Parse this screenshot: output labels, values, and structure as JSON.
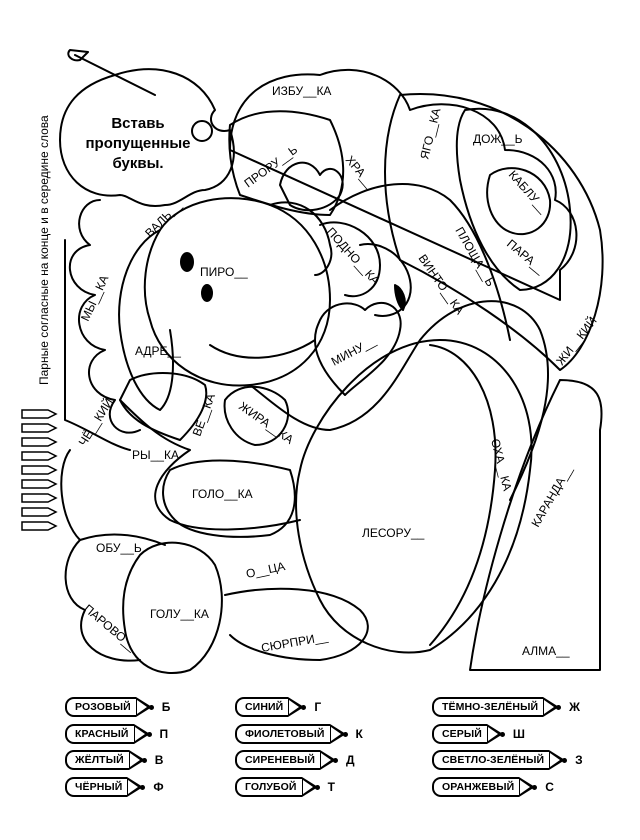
{
  "instructions": {
    "line1": "Вставь",
    "line2": "пропущенные",
    "line3": "буквы."
  },
  "side_note": "Парные согласные на конце и в середине слова",
  "words": {
    "izbushka": "ИЗБУ__КА",
    "prorub": "ПРОРУ__Ь",
    "khrap": "ХРА__",
    "yagodka": "ЯГО__КА",
    "dozhd": "ДОЖ__Ь",
    "kabluk": "КАБЛУ__",
    "val": "ВАЛЬ__",
    "piro": "ПИРО__",
    "podnoska": "ПОДНО__КА",
    "ploshad": "ПЛОЩА__Ь",
    "para": "ПАРА__",
    "vinto": "ВИНТО__КА",
    "zhidkiy": "ЖИ__КИЙ",
    "myshka": "МЫ__КА",
    "adres": "АДРЕ__",
    "minus": "МИНУ__",
    "chetkiy": "ЧЁ__КИЙ",
    "zhirafka": "ЖИРА__КА",
    "vezhka": "ВЕ__КА",
    "rybka": "РЫ__КА",
    "okha": "ОХА__КА",
    "golovka": "ГОЛО__КА",
    "karandash": "КАРАНДА__",
    "lesorub": "ЛЕСОРУ__",
    "obuv": "ОБУ__Ь",
    "otsa": "О__ЦА",
    "parovoz": "ПАРОВО__",
    "golubka": "ГОЛУ__КА",
    "syurpriz": "СЮРПРИ__",
    "almaz": "АЛМА__"
  },
  "legend": [
    {
      "color": "РОЗОВЫЙ",
      "letter": "Б"
    },
    {
      "color": "КРАСНЫЙ",
      "letter": "П"
    },
    {
      "color": "ЖЁЛТЫЙ",
      "letter": "В"
    },
    {
      "color": "ЧЁРНЫЙ",
      "letter": "Ф"
    },
    {
      "color": "СИНИЙ",
      "letter": "Г"
    },
    {
      "color": "ФИОЛЕТОВЫЙ",
      "letter": "К"
    },
    {
      "color": "СИРЕНЕВЫЙ",
      "letter": "Д"
    },
    {
      "color": "ГОЛУБОЙ",
      "letter": "Т"
    },
    {
      "color": "ТЁМНО-ЗЕЛЁНЫЙ",
      "letter": "Ж"
    },
    {
      "color": "СЕРЫЙ",
      "letter": "Ш"
    },
    {
      "color": "СВЕТЛО-ЗЕЛЁНЫЙ",
      "letter": "З"
    },
    {
      "color": "ОРАНЖЕВЫЙ",
      "letter": "С"
    }
  ]
}
